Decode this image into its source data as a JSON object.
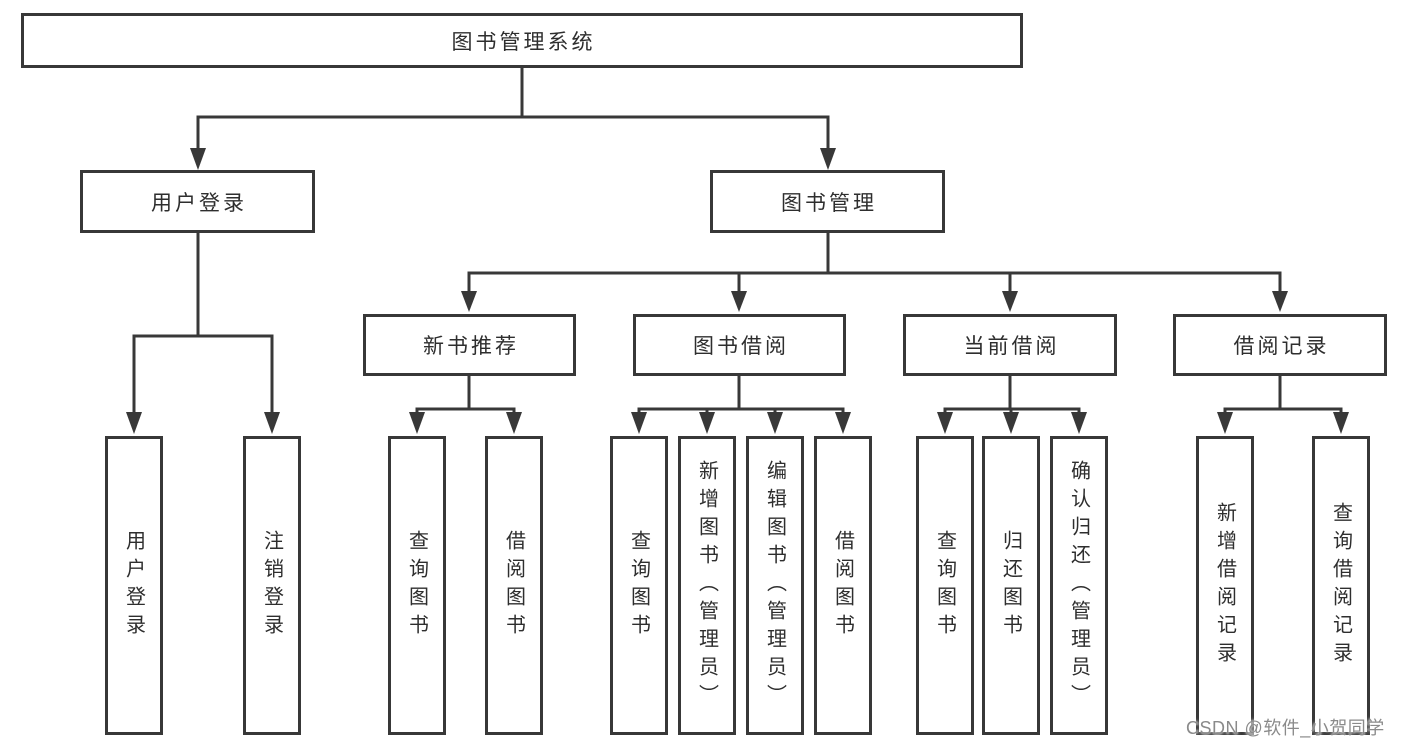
{
  "diagram": {
    "root": {
      "label": "图书管理系统"
    },
    "branches": [
      {
        "label": "用户登录",
        "children": [
          {
            "label": "用户登录"
          },
          {
            "label": "注销登录"
          }
        ]
      },
      {
        "label": "图书管理",
        "children": [
          {
            "label": "新书推荐",
            "children": [
              {
                "label": "查询图书"
              },
              {
                "label": "借阅图书"
              }
            ]
          },
          {
            "label": "图书借阅",
            "children": [
              {
                "label": "查询图书"
              },
              {
                "label": "新增图书（管理员）"
              },
              {
                "label": "编辑图书（管理员）"
              },
              {
                "label": "借阅图书"
              }
            ]
          },
          {
            "label": "当前借阅",
            "children": [
              {
                "label": "查询图书"
              },
              {
                "label": "归还图书"
              },
              {
                "label": "确认归还（管理员）"
              }
            ]
          },
          {
            "label": "借阅记录",
            "children": [
              {
                "label": "新增借阅记录"
              },
              {
                "label": "查询借阅记录"
              }
            ]
          }
        ]
      }
    ],
    "line_color": "#383838"
  },
  "watermark": {
    "text": "CSDN @软件_小贺同学"
  }
}
